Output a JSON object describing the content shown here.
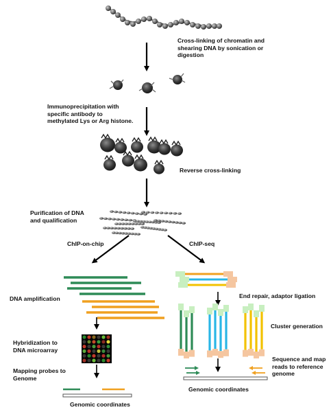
{
  "steps": {
    "crosslink": [
      "Cross-linking of chromatin and",
      "shearing DNA by sonication  or",
      "digestion"
    ],
    "immuno": [
      "Immunoprecipitation with",
      "specific antibody to",
      "methylated Lys or Arg histone."
    ],
    "reverse": "Reverse cross-linking",
    "purification": [
      "Purification of DNA",
      "and qualification"
    ]
  },
  "branches": {
    "chip_on_chip": {
      "label": "ChIP-on-chip",
      "amplification": "DNA amplification",
      "hybridization": [
        "Hybridization to",
        "DNA microarray"
      ],
      "mapping": [
        "Mapping probes to",
        "Genome"
      ],
      "coordinates": "Genomic coordinates"
    },
    "chip_seq": {
      "label": "ChIP-seq",
      "end_repair": "End repair, adaptor ligation",
      "cluster": "Cluster generation",
      "sequence": [
        "Sequence and map",
        "reads to reference",
        "genome"
      ],
      "coordinates": "Genomic coordinates"
    }
  },
  "colors": {
    "green": "#2e8b57",
    "orange": "#f0a020",
    "blue": "#29b6e6",
    "yellow": "#f2c200",
    "adaptor_pink": "#f5c6a0",
    "adaptor_green": "#c8efc0",
    "nucleosome": "#333333"
  }
}
